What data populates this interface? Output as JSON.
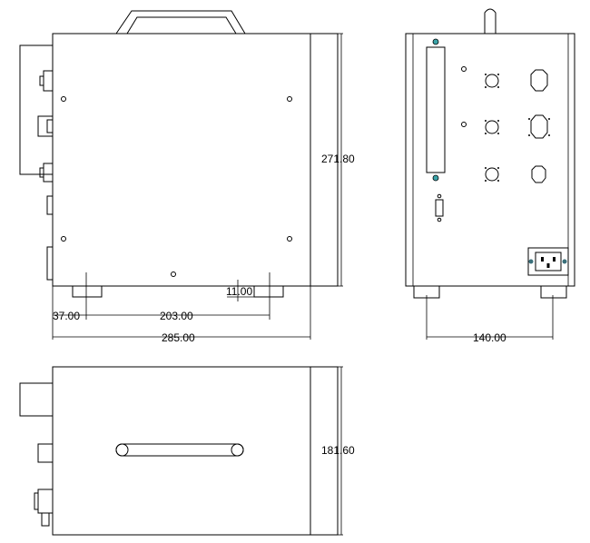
{
  "dimensions": {
    "height": "271.80",
    "width_overall": "285.00",
    "foot_offset": "37.00",
    "foot_spacing": "203.00",
    "foot_height": "11.00",
    "rear_foot_spacing": "140.00",
    "depth": "181.60"
  }
}
